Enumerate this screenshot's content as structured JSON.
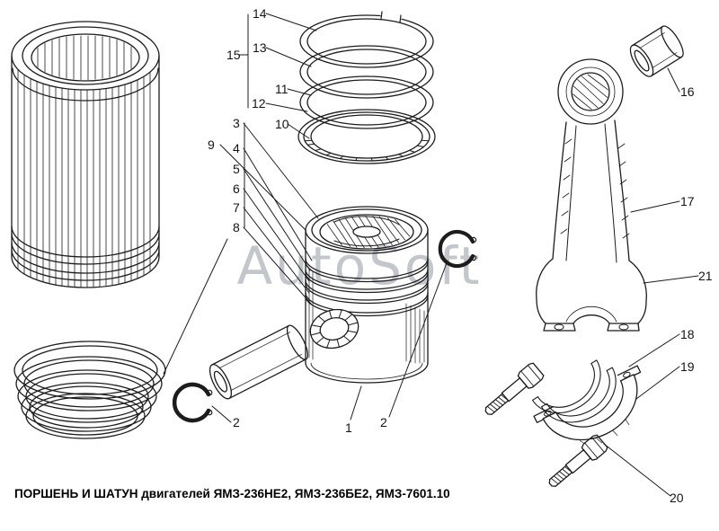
{
  "caption": "ПОРШЕНЬ И ШАТУН двигателей ЯМЗ-236НЕ2, ЯМЗ-236БЕ2, ЯМЗ-7601.10",
  "watermark": "AutoSoft",
  "colors": {
    "line": "#1c1c1c",
    "background": "#ffffff",
    "watermark": "#c3c7cb"
  },
  "part_labels": [
    "14",
    "13",
    "15",
    "11",
    "12",
    "10",
    "3",
    "9",
    "4",
    "5",
    "6",
    "7",
    "8",
    "2",
    "1",
    "2",
    "16",
    "17",
    "21",
    "18",
    "19",
    "20"
  ]
}
